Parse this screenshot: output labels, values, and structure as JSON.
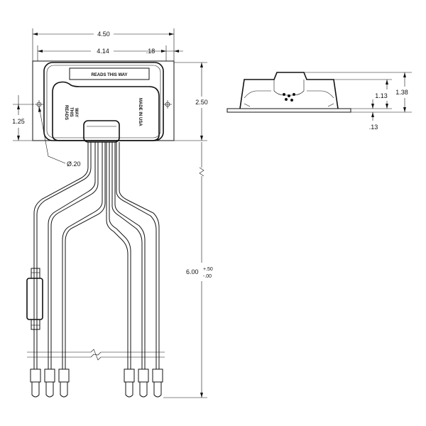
{
  "dimensions": {
    "overall_width": "4.50",
    "hole_spacing": "4.14",
    "edge_offset": ".18",
    "height": "2.50",
    "hole_offset": "1.25",
    "hole_diameter": "Ø.20",
    "lead_length": "6.00",
    "lead_tol_plus": "+.50",
    "lead_tol_minus": "-.00",
    "side_height_small": "1.13",
    "side_height_total": "1.38",
    "base_thickness": ".13"
  },
  "labels": {
    "reads_this_way": "READS THIS WAY",
    "reads_this_way_small": [
      "READS",
      "THIS",
      "WAY"
    ],
    "made_in_usa": "MADE IN USA"
  },
  "colors": {
    "line": "#111111",
    "fill_dark": "#111111",
    "background": "#ffffff"
  }
}
